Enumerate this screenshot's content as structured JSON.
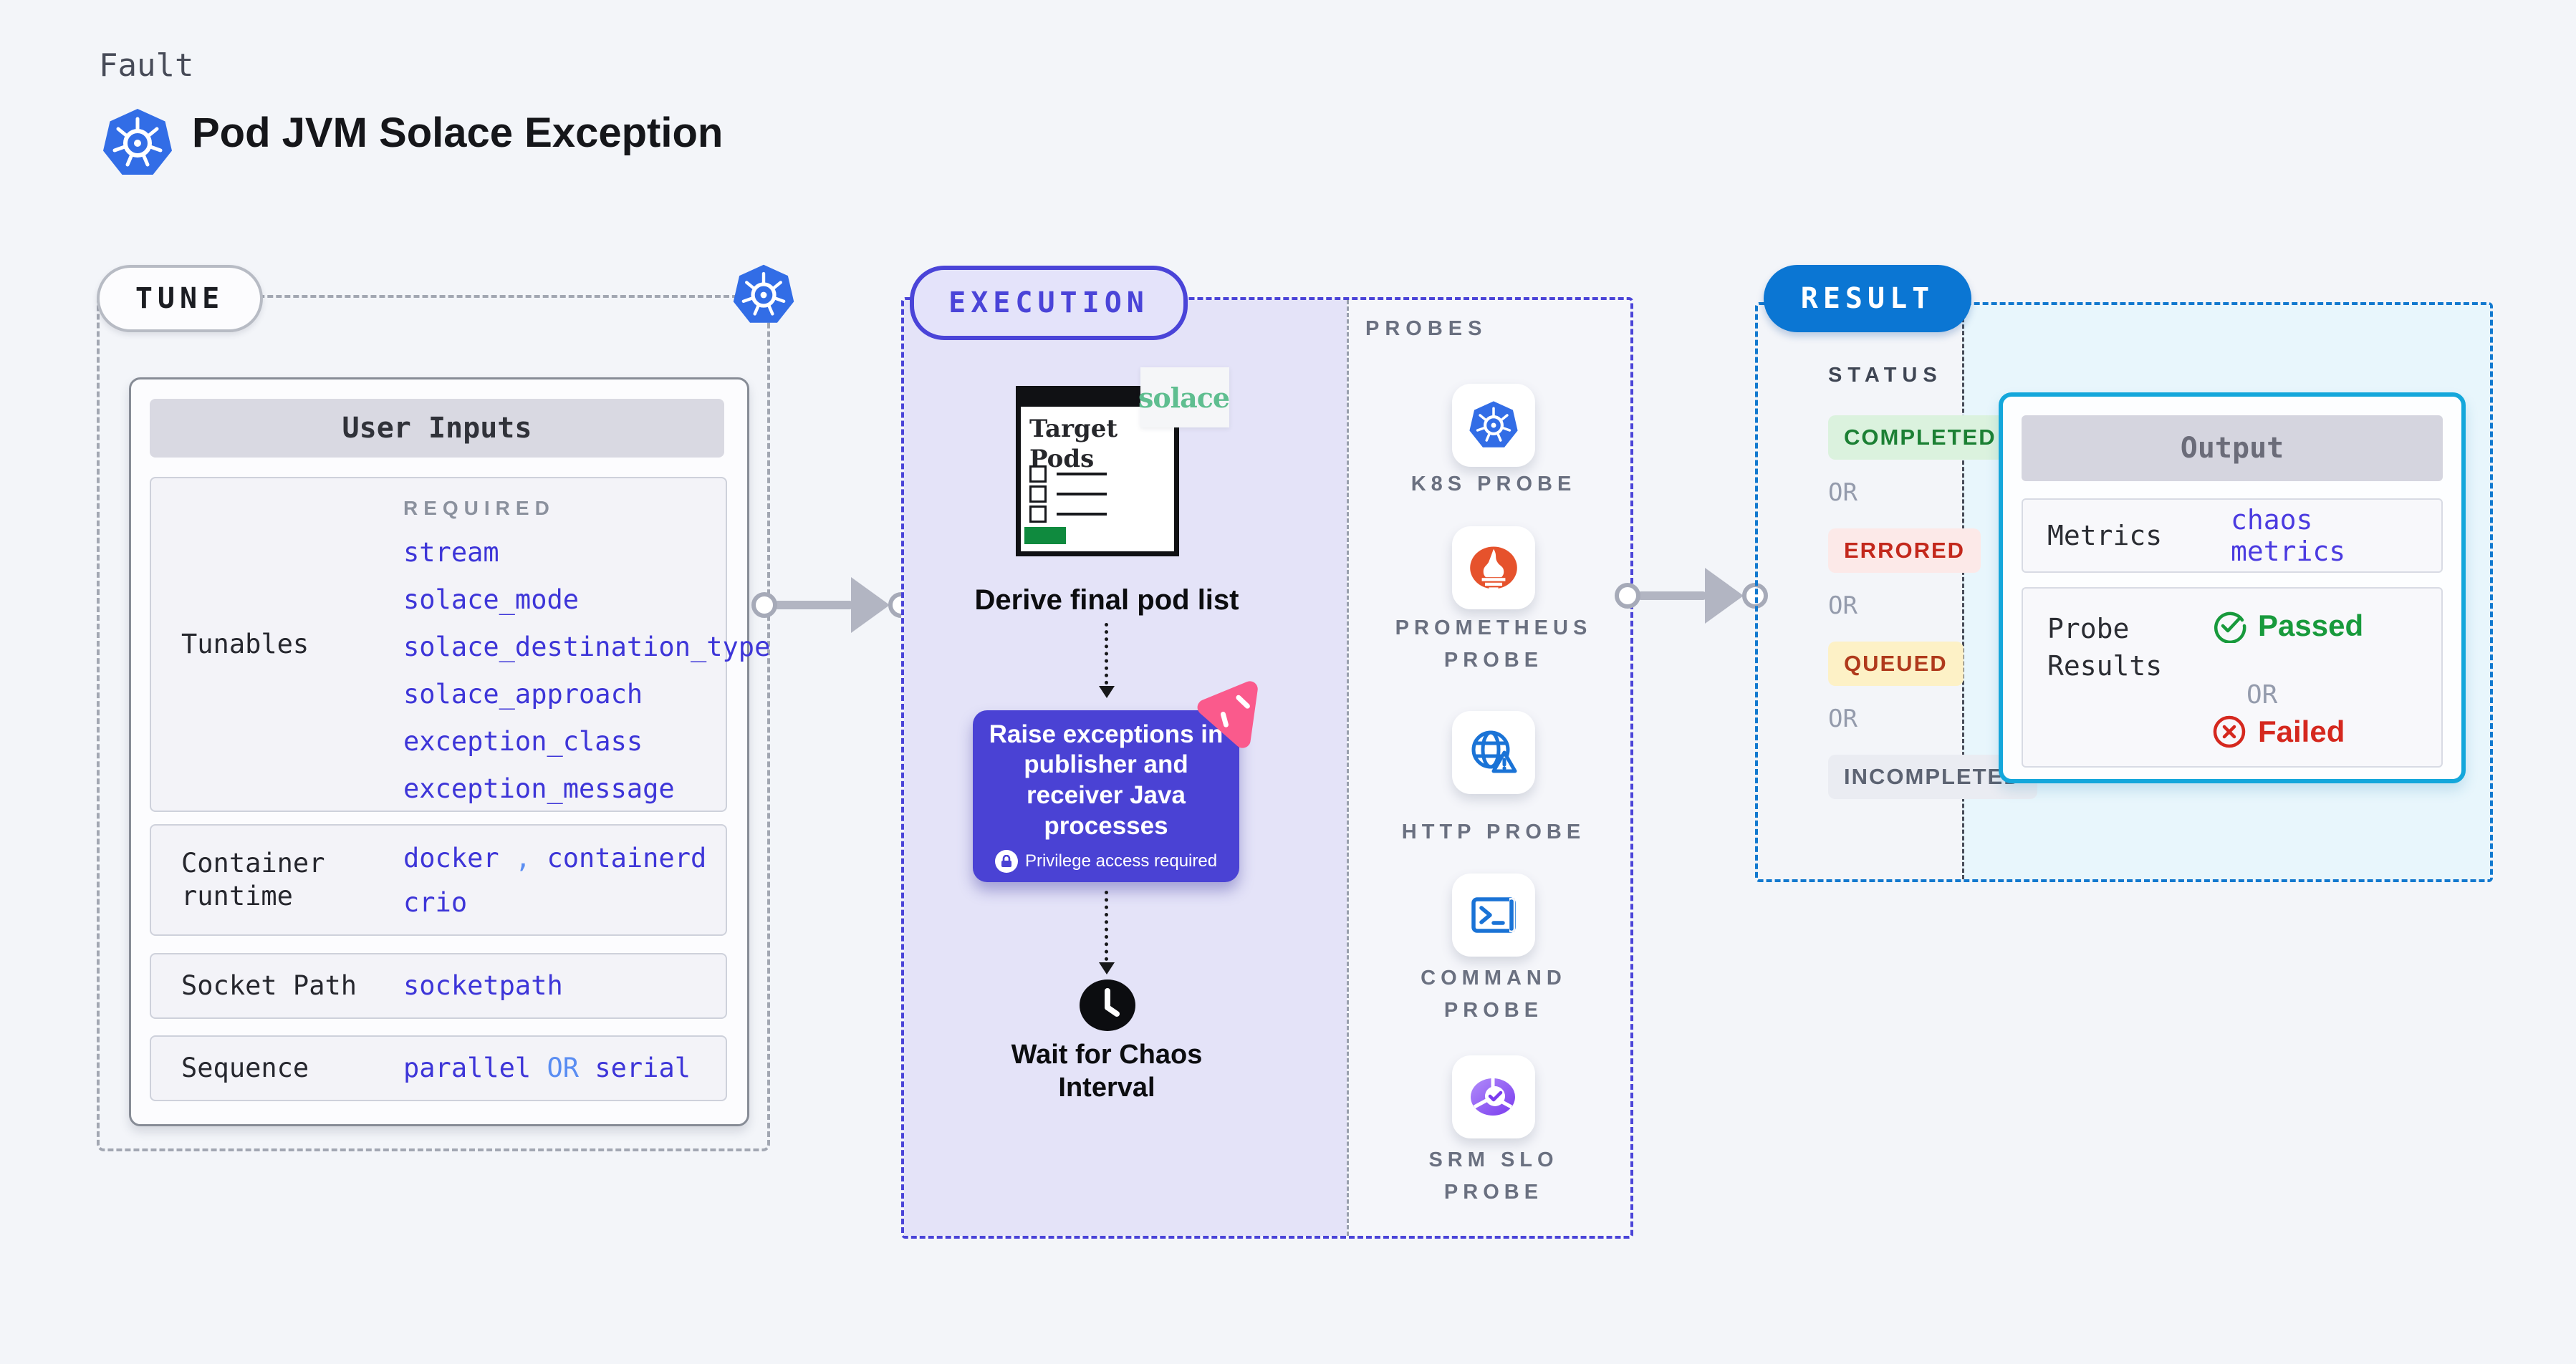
{
  "header": {
    "eyebrow": "Fault",
    "title": "Pod JVM Solace Exception",
    "icon": "kubernetes-logo"
  },
  "tune": {
    "badge": "TUNE",
    "corner_icon": "kubernetes-logo",
    "user_inputs": {
      "title": "User Inputs",
      "tunables": {
        "label": "Tunables",
        "required_label": "REQUIRED",
        "values": [
          "stream",
          "solace_mode",
          "solace_destination_type",
          "solace_approach",
          "exception_class",
          "exception_message"
        ]
      },
      "container_runtime": {
        "label": "Container runtime",
        "values": [
          "docker",
          "containerd",
          "crio"
        ],
        "separator": ","
      },
      "socket_path": {
        "label": "Socket Path",
        "value": "socketpath"
      },
      "sequence": {
        "label": "Sequence",
        "value_1": "parallel",
        "or": "OR",
        "value_2": "serial"
      }
    }
  },
  "execution": {
    "badge": "EXECUTION",
    "target_pods": {
      "title": "Target Pods",
      "logo_text": "solace",
      "logo_icon": "solace-logo-dot"
    },
    "derive_label": "Derive final pod list",
    "action_box": {
      "text": "Raise exceptions in publisher and receiver Java processes",
      "privilege_note": "Privilege access required",
      "lock_icon": "lock-icon",
      "corner_icon": "litmus-chaos-pink-icon"
    },
    "wait": {
      "label": "Wait for Chaos Interval",
      "icon": "clock-icon"
    }
  },
  "probes": {
    "title": "PROBES",
    "items": [
      {
        "label": "K8S PROBE",
        "icon": "kubernetes-wheel-icon"
      },
      {
        "label": "PROMETHEUS PROBE",
        "icon": "prometheus-flame-icon"
      },
      {
        "label": "HTTP PROBE",
        "icon": "globe-warning-icon"
      },
      {
        "label": "COMMAND PROBE",
        "icon": "terminal-icon"
      },
      {
        "label": "SRM SLO PROBE",
        "icon": "pie-check-icon"
      }
    ]
  },
  "result": {
    "badge": "RESULT",
    "status": {
      "title": "STATUS",
      "or": "OR",
      "badges": [
        {
          "label": "COMPLETED",
          "bg": "#dbf2de",
          "color": "#1c8034"
        },
        {
          "label": "ERRORED",
          "bg": "#fce9e8",
          "color": "#c3281c"
        },
        {
          "label": "QUEUED",
          "bg": "#fdf1c6",
          "color": "#b03a1c"
        },
        {
          "label": "INCOMPLETED",
          "bg": "#eaecf2",
          "color": "#5c6372"
        }
      ]
    },
    "output": {
      "title": "Output",
      "metrics": {
        "label": "Metrics",
        "value": "chaos metrics"
      },
      "probe_results": {
        "label": "Probe Results",
        "passed": "Passed",
        "or": "OR",
        "failed": "Failed",
        "passed_icon": "circle-check-icon",
        "failed_icon": "circle-x-icon"
      }
    }
  },
  "colors": {
    "page_bg": "#f3f5f9",
    "indigo_accent": "#4a44d8",
    "lavender_bg": "#e4e3f8",
    "value_indigo": "#3d35d8",
    "value_light_blue": "#5a8df2",
    "purple_action_box": "#4a42d4",
    "pink_logo": "#fa5a8c",
    "result_blue": "#0b76d3",
    "cyan_border": "#14a7db",
    "cyan_bg": "#e8f6fc",
    "passed_green": "#189a3c",
    "failed_red": "#d5281e",
    "prometheus_orange": "#e6522c",
    "probe_blue": "#1a73d6",
    "srm_purple": "#7a3bee",
    "solace_green": "#5fbe90",
    "kubernetes_blue": "#326de6",
    "target_green": "#0f8a3e"
  }
}
